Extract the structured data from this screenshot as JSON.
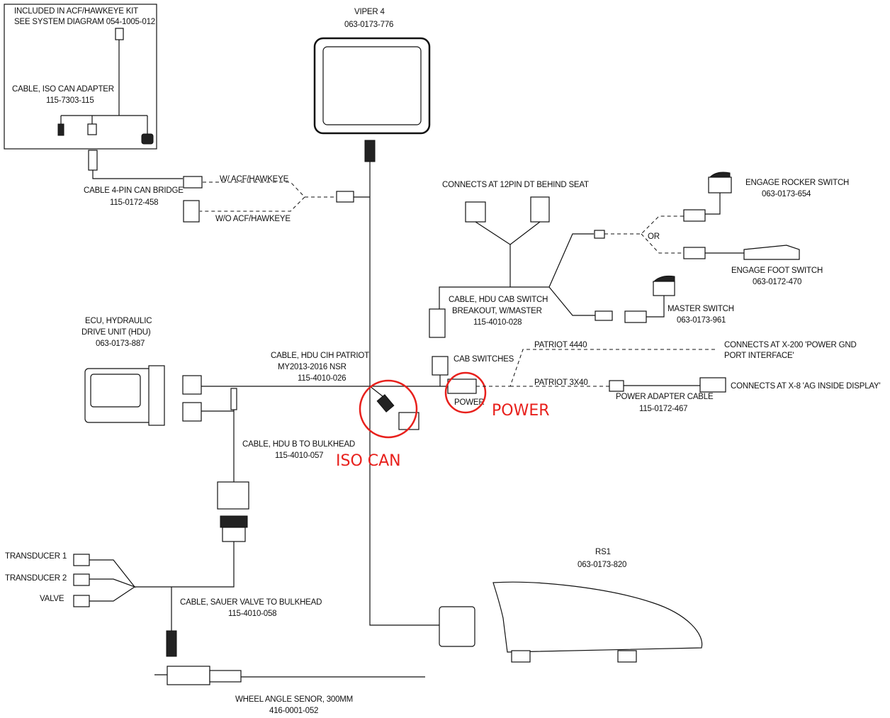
{
  "kit_box": {
    "line1": "INCLUDED IN ACF/HAWKEYE KIT",
    "line2": "SEE SYSTEM DIAGRAM 054-1005-012",
    "iso_adapter_name": "CABLE, ISO CAN ADAPTER",
    "iso_adapter_pn": "115-7303-115"
  },
  "can_bridge": {
    "name": "CABLE 4-PIN CAN BRIDGE",
    "pn": "115-0172-458",
    "with": "W/ ACF/HAWKEYE",
    "without": "W/O ACF/HAWKEYE"
  },
  "viper": {
    "name": "VIPER 4",
    "pn": "063-0173-776"
  },
  "seat": {
    "label": "CONNECTS AT 12PIN DT BEHIND SEAT"
  },
  "rocker": {
    "name": "ENGAGE ROCKER SWITCH",
    "pn": "063-0173-654"
  },
  "or_label": "OR",
  "foot": {
    "name": "ENGAGE FOOT SWITCH",
    "pn": "063-0172-470"
  },
  "cab_switch": {
    "line1": "CABLE, HDU CAB SWITCH",
    "line2": "BREAKOUT, W/MASTER",
    "pn": "115-4010-028"
  },
  "master": {
    "name": "MASTER SWITCH",
    "pn": "063-0173-961"
  },
  "ecu": {
    "line1": "ECU, HYDRAULIC",
    "line2": "DRIVE UNIT (HDU)",
    "pn": "063-0173-887"
  },
  "patriot_cable": {
    "line1": "CABLE, HDU CIH PATRIOT",
    "line2": "MY2013-2016 NSR",
    "pn": "115-4010-026"
  },
  "cab_switches": "CAB SWITCHES",
  "patriot4440": "PATRIOT 4440",
  "x200": {
    "line1": "CONNECTS AT X-200  'POWER GND",
    "line2": "PORT INTERFACE'"
  },
  "patriot3x40": "PATRIOT 3X40",
  "x8": "CONNECTS AT X-8  'AG INSIDE DISPLAY'",
  "power_small": "POWER",
  "power_adapter": {
    "name": "POWER ADAPTER CABLE",
    "pn": "115-0172-467"
  },
  "annotations": {
    "power": "POWER",
    "iso_can": "ISO CAN",
    "color": "#e8201c"
  },
  "hdu_b": {
    "name": "CABLE, HDU B TO BULKHEAD",
    "pn": "115-4010-057"
  },
  "transducer1": "TRANSDUCER 1",
  "transducer2": "TRANSDUCER 2",
  "valve": "VALVE",
  "sauer": {
    "name": "CABLE, SAUER VALVE TO BULKHEAD",
    "pn": "115-4010-058"
  },
  "rs1": {
    "name": "RS1",
    "pn": "063-0173-820"
  },
  "wheel": {
    "name": "WHEEL ANGLE SENOR, 300MM",
    "pn": "416-0001-052"
  }
}
